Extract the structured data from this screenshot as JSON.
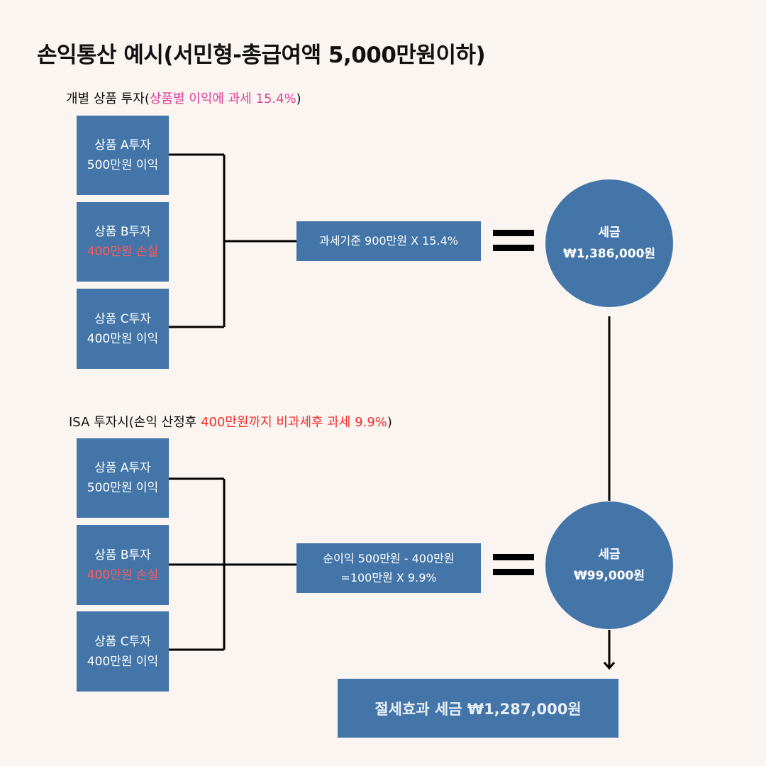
{
  "title": "손익통산 예시(서민형-총급여액 5,000만원이하)",
  "section1": {
    "label": "개별 상품 투자",
    "note_open": "(",
    "note_colored": "상품별 이익에 과세 15.4%",
    "note_close": ")",
    "products": [
      {
        "name": "상품 A투자",
        "result": "500만원 이익",
        "loss": false
      },
      {
        "name": "상품 B투자",
        "result": "400만원 손실",
        "loss": true
      },
      {
        "name": "상품 C투자",
        "result": "400만원 이익",
        "loss": false
      }
    ],
    "calc_line1": "과세기준 900만원 X 15.4%",
    "tax_label": "세금",
    "tax_amount": "₩1,386,000원"
  },
  "section2": {
    "label": "ISA 투자시(손익 산정후 ",
    "note_colored": "400만원까지 비과세후 과세 9.9%",
    "note_close": ")",
    "products": [
      {
        "name": "상품 A투자",
        "result": "500만원 이익",
        "loss": false
      },
      {
        "name": "상품 B투자",
        "result": "400만원 손실",
        "loss": true
      },
      {
        "name": "상품 C투자",
        "result": "400만원 이익",
        "loss": false
      }
    ],
    "calc_line1": "순이익 500만원 - 400만원",
    "calc_line2": "=100만원 X 9.9%",
    "tax_label": "세금",
    "tax_amount": "₩99,000원"
  },
  "result": {
    "text": "절세효과 세금 ₩1,287,000원"
  },
  "colors": {
    "box": "#4375a8",
    "background": "#faf5f0",
    "pink": "#e0409a",
    "red": "#f03030"
  }
}
